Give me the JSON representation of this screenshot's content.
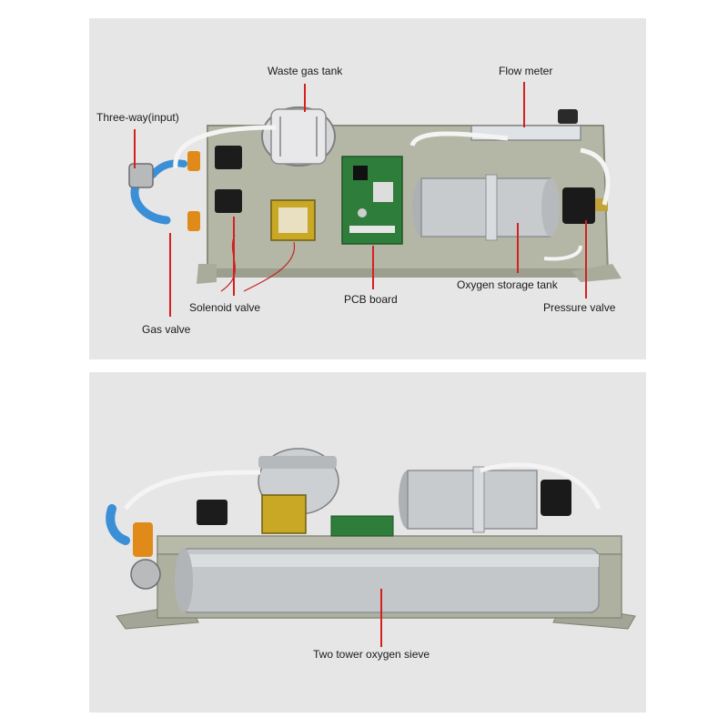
{
  "top_diagram": {
    "labels": {
      "waste_gas_tank": "Waste gas tank",
      "flow_meter": "Flow meter",
      "three_way_input": "Three-way(input)",
      "solenoid_valve": "Solenoid valve",
      "pcb_board": "PCB board",
      "oxygen_storage_tank": "Oxygen storage tank",
      "pressure_valve": "Pressure valve",
      "gas_valve": "Gas valve"
    }
  },
  "bottom_diagram": {
    "labels": {
      "two_tower_sieve": "Two tower oxygen sieve"
    }
  },
  "colors": {
    "panel_bg": "#e6e6e6",
    "leader_line": "#d62020",
    "chassis": "#b8b8a8",
    "cylinder": "#c8cbce",
    "pcb": "#2f7d3a",
    "hose": "#3a8fd6",
    "valve": "#e08a1a"
  }
}
